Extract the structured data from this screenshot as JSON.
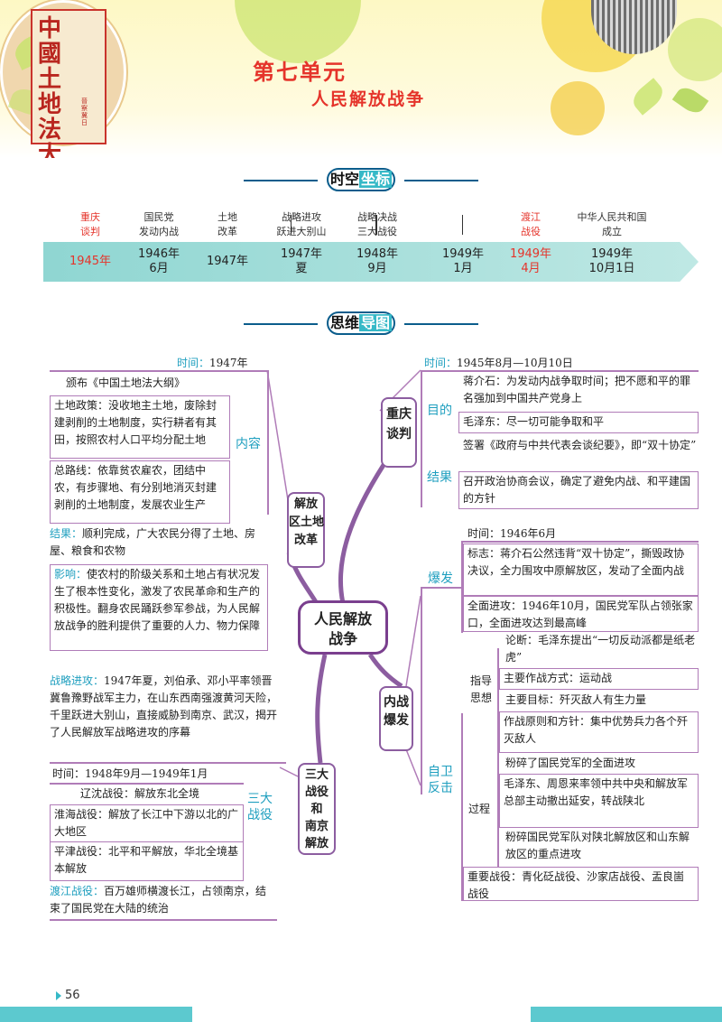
{
  "header": {
    "book_title": "中國土地法大綱",
    "book_side_text": "晉察冀日",
    "unit_title": "第七单元",
    "unit_subtitle": "人民解放战争"
  },
  "timeline_section": {
    "title_a": "时空",
    "title_b": "坐标"
  },
  "timeline": [
    {
      "event": [
        "重庆",
        "谈判"
      ],
      "date": [
        "1945年"
      ],
      "event_red": true,
      "date_red": true
    },
    {
      "event": [
        "国民党",
        "发动内战"
      ],
      "date": [
        "1946年",
        "6月"
      ]
    },
    {
      "event": [
        "土地",
        "改革"
      ],
      "date": [
        "1947年"
      ]
    },
    {
      "event": [
        "战略进攻",
        "跃进大别山"
      ],
      "date": [
        "1947年",
        "夏"
      ]
    },
    {
      "event": [
        "战略决战",
        "三大战役"
      ],
      "date": [
        "1948年",
        "9月"
      ]
    },
    {
      "event": [],
      "date": [
        "1949年",
        "1月"
      ]
    },
    {
      "event": [
        "渡江",
        "战役"
      ],
      "date": [
        "1949年",
        "4月"
      ],
      "event_red": true,
      "date_red": true
    },
    {
      "event": [
        "中华人民共和国",
        "成立"
      ],
      "date": [
        "1949年",
        "10月1日"
      ]
    }
  ],
  "mindmap_section": {
    "title_a": "思维",
    "title_b": "导图"
  },
  "center": "人民解放\n战争",
  "land_reform": {
    "node": "解放\n区土地\n改革",
    "time_label": "时间：",
    "time_value": "1947年",
    "publish": "颁布《中国土地法大纲》",
    "content_label": "内容",
    "policy": "土地政策：没收地主土地，废除封建剥削的土地制度，实行耕者有其田，按照农村人口平均分配土地",
    "line": "总路线：依靠贫农雇农，团结中农，有步骤地、有分别地消灭封建剥削的土地制度，发展农业生产",
    "result_label": "结果：",
    "result_text": "顺利完成，广大农民分得了土地、房屋、粮食和农物",
    "impact_label": "影响：",
    "impact_text": "使农村的阶级关系和土地占有状况发生了根本性变化，激发了农民革命和生产的积极性。翻身农民踊跃参军参战，为人民解放战争的胜利提供了重要的人力、物力保障"
  },
  "three_campaigns": {
    "node": "三大\n战役\n和\n南京\n解放",
    "offensive_label": "战略进攻：",
    "offensive_text": "1947年夏，刘伯承、邓小平率领晋冀鲁豫野战军主力，在山东西南强渡黄河天险，千里跃进大别山，直接威胁到南京、武汉，揭开了人民解放军战略进攻的序幕",
    "time_text": "时间：1948年9月—1949年1月",
    "campaigns_label": "三大\n战役",
    "liaoshen": "辽沈战役：解放东北全境",
    "huaihai": "淮海战役：解放了长江中下游以北的广大地区",
    "pingjin": "平津战役：北平和平解放，华北全境基本解放",
    "dujiang_label": "渡江战役：",
    "dujiang_text": "百万雄师横渡长江，占领南京，结束了国民党在大陆的统治"
  },
  "chongqing": {
    "node": "重庆\n谈判",
    "time_label": "时间：",
    "time_value": "1945年8月—10月10日",
    "purpose_label": "目的",
    "chiang": "蒋介石：为发动内战争取时间；把不愿和平的罪名强加到中国共产党身上",
    "mao": "毛泽东：尽一切可能争取和平",
    "result_label": "结果",
    "sign": "签署《政府与中共代表会谈纪要》，即“双十协定”",
    "conference": "召开政治协商会议，确定了避免内战、和平建国的方针"
  },
  "civil_war": {
    "node": "内战\n爆发",
    "outbreak_label": "爆发",
    "time_text": "时间：1946年6月",
    "sign_text": "标志：蒋介石公然违背“双十协定”，撕毁政协决议，全力围攻中原解放区，发动了全面内战",
    "offensive_text": "全面进攻：1946年10月，国民党军队占领张家口，全面进攻达到最高峰",
    "defense_label": "自卫\n反击",
    "guide_label": "指导\n思想",
    "theory": "论断：毛泽东提出“一切反动派都是纸老虎”",
    "style": "主要作战方式：运动战",
    "goal": "主要目标：歼灭敌人有生力量",
    "principle": "作战原则和方针：集中优势兵力各个歼灭敌人",
    "process_label": "过程",
    "p1": "粉碎了国民党军的全面进攻",
    "p2": "毛泽东、周恩来率领中共中央和解放军总部主动撤出延安，转战陕北",
    "p3": "粉碎国民党军队对陕北解放区和山东解放区的重点进攻",
    "battles": "重要战役：青化砭战役、沙家店战役、盂良崮战役"
  },
  "page_number": "56"
}
